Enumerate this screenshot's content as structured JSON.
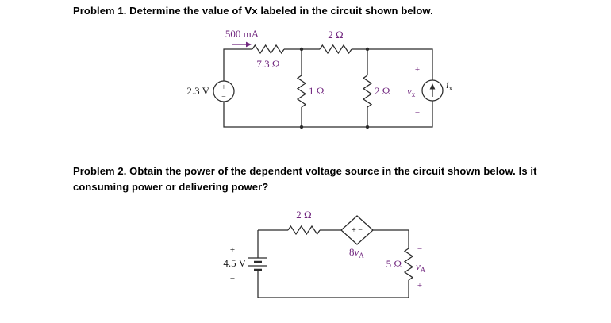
{
  "problem1": {
    "statement": "Problem 1. Determine the value of Vx labeled in the circuit shown below.",
    "circuit": {
      "current_label": "500 mA",
      "r_top_left": "7.3 Ω",
      "r_top_right": "2 Ω",
      "r_branch_left": "1 Ω",
      "r_branch_right": "2 Ω",
      "voltage_source": "2.3 V",
      "source_plus": "+",
      "source_minus": "−",
      "vx_plus": "+",
      "vx_base": "v",
      "vx_sub": "x",
      "vx_minus": "−",
      "ix_base": "i",
      "ix_sub": "x"
    }
  },
  "problem2": {
    "statement_line1": "Problem 2. Obtain the power of the dependent voltage source in the circuit shown below. Is it",
    "statement_line2": "consuming power or delivering power?",
    "circuit": {
      "r_top": "2 Ω",
      "dep_source_inner": "+ −",
      "dep_num": "8",
      "dep_base": "v",
      "dep_sub": "A",
      "r_right": "5 Ω",
      "voltage_source": "4.5 V",
      "source_plus": "+",
      "source_minus": "−",
      "va_minus": "−",
      "va_base": "v",
      "va_sub": "A",
      "va_plus": "+"
    }
  },
  "colors": {
    "wire": "#2b2b2b",
    "label_purple": "#71277f",
    "text": "#000000"
  }
}
